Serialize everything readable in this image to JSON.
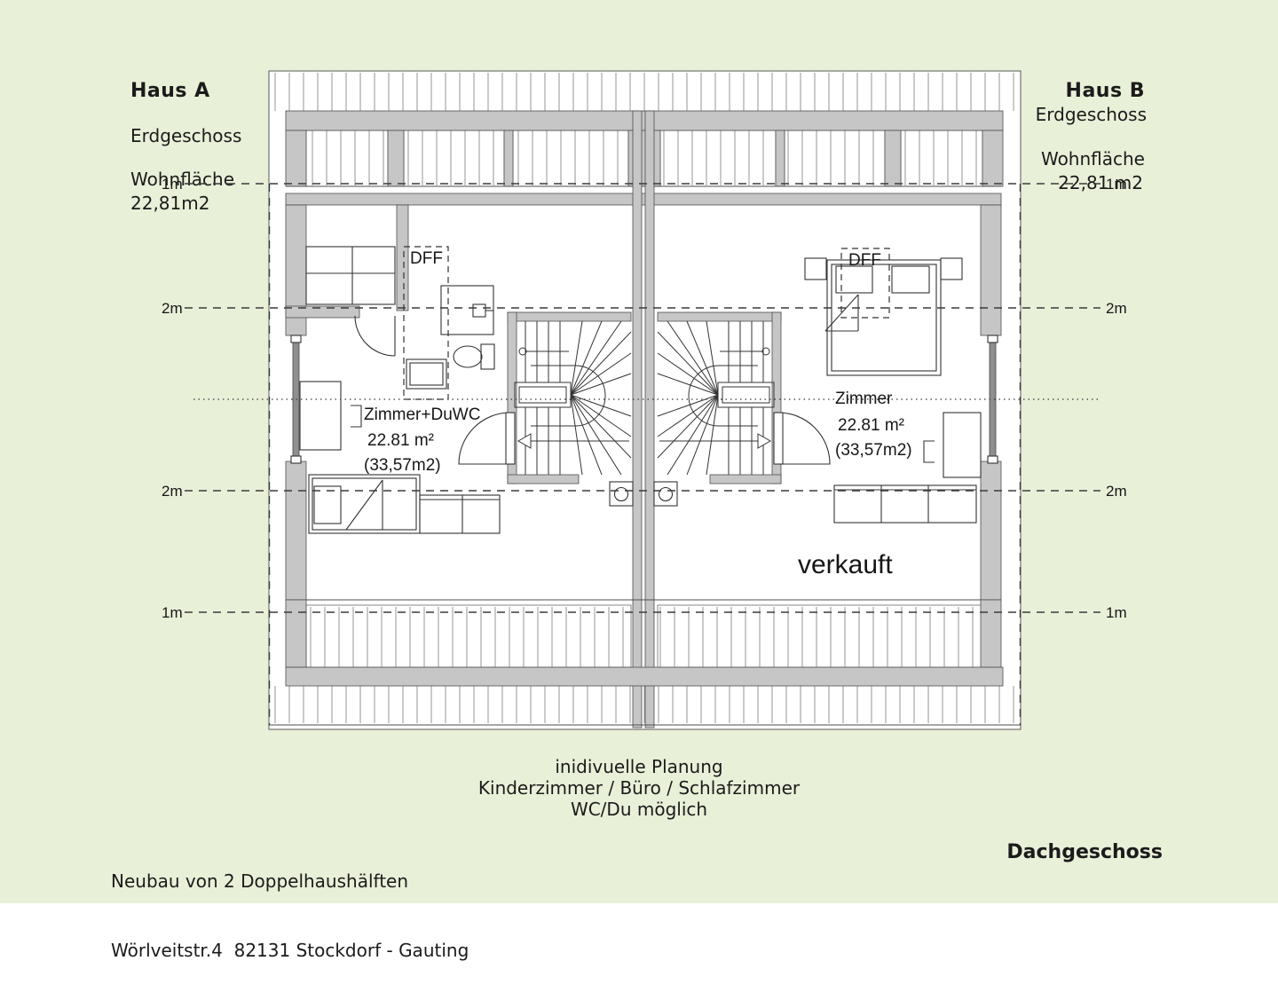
{
  "header_left": {
    "title": "Haus A",
    "floor": "Erdgeschoss",
    "area_label": "Wohnfläche",
    "area_value": "22,81m2"
  },
  "header_right": {
    "title": "Haus B",
    "floor": "Erdgeschoss",
    "area_label": "Wohnfläche",
    "area_value": "22,81 m2"
  },
  "plan": {
    "haus_a": {
      "skylight": "DFF",
      "room_name": "Zimmer+DuWC",
      "room_area": "22.81 m²",
      "room_area_alt": "(33,57m2)"
    },
    "haus_b": {
      "skylight": "DFF",
      "room_name": "Zimmer",
      "room_area": "22.81 m²",
      "room_area_alt": "(33,57m2)",
      "status": "verkauft"
    },
    "dims_left": {
      "d1": "1m",
      "d2": "2m",
      "d3": "2m",
      "d4": "1m"
    },
    "dims_right": {
      "d1": "1m",
      "d2": "2m",
      "d3": "2m",
      "d4": "1m"
    }
  },
  "footer": {
    "planning_note_1": "inidivuelle Planung",
    "planning_note_2": "Kinderzimmer / Büro / Schlafzimmer",
    "planning_note_3": "WC/Du möglich",
    "project_1": "Neubau von 2 Doppelhaushälften",
    "project_2": "Wörlveitstr.4  82131 Stockdorf - Gauting",
    "floor_title": "Dachgeschoss"
  }
}
